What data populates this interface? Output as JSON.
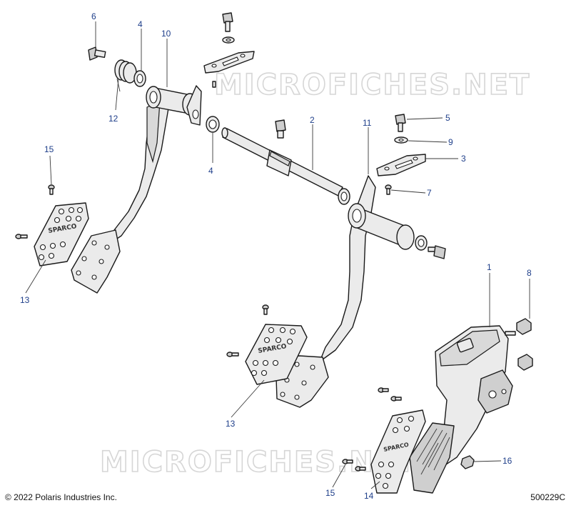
{
  "watermark": "MICROFICHES.NET",
  "copyright": "© 2022 Polaris Industries Inc.",
  "diagram_code": "500229C",
  "pad_logo": "SPARCO",
  "callouts": {
    "c6": "6",
    "c4a": "4",
    "c10": "10",
    "c12": "12",
    "c4b": "4",
    "c2": "2",
    "c11": "11",
    "c5": "5",
    "c9": "9",
    "c3": "3",
    "c7": "7",
    "c15a": "15",
    "c13a": "13",
    "c1": "1",
    "c8": "8",
    "c13b": "13",
    "c16": "16",
    "c15b": "15",
    "c14": "14"
  }
}
